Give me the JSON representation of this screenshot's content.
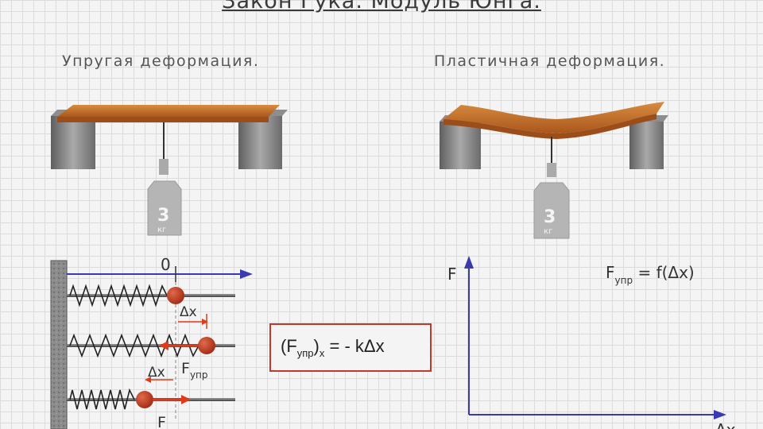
{
  "title": "Закон Гука. Модуль Юнга.",
  "headings": {
    "elastic": "Упругая деформация.",
    "plastic": "Пластичная деформация."
  },
  "weights": {
    "elastic_top": "3",
    "elastic_bottom": "кг",
    "plastic_top": "3",
    "plastic_bottom": "кг"
  },
  "spring_diagram": {
    "origin_label": "0",
    "dx_label": "Δx",
    "force_main": "F",
    "force_sub": "упр",
    "bottom_force": "F"
  },
  "formula_box": {
    "part1": "(F",
    "sub": "упр",
    "part2": ")",
    "sub_x": "x",
    "part3": " = - kΔx"
  },
  "graph": {
    "y_label": "F",
    "x_label": "Δx",
    "func_main": "F",
    "func_sub": "упр",
    "func_rest": " = f(Δx)"
  },
  "colors": {
    "board": "#c8702a",
    "support": "#7d7d7d",
    "arrow": "#3a3ab0",
    "ball": "#c0392b",
    "force": "#e03a1a",
    "box_border": "#c0392b"
  }
}
